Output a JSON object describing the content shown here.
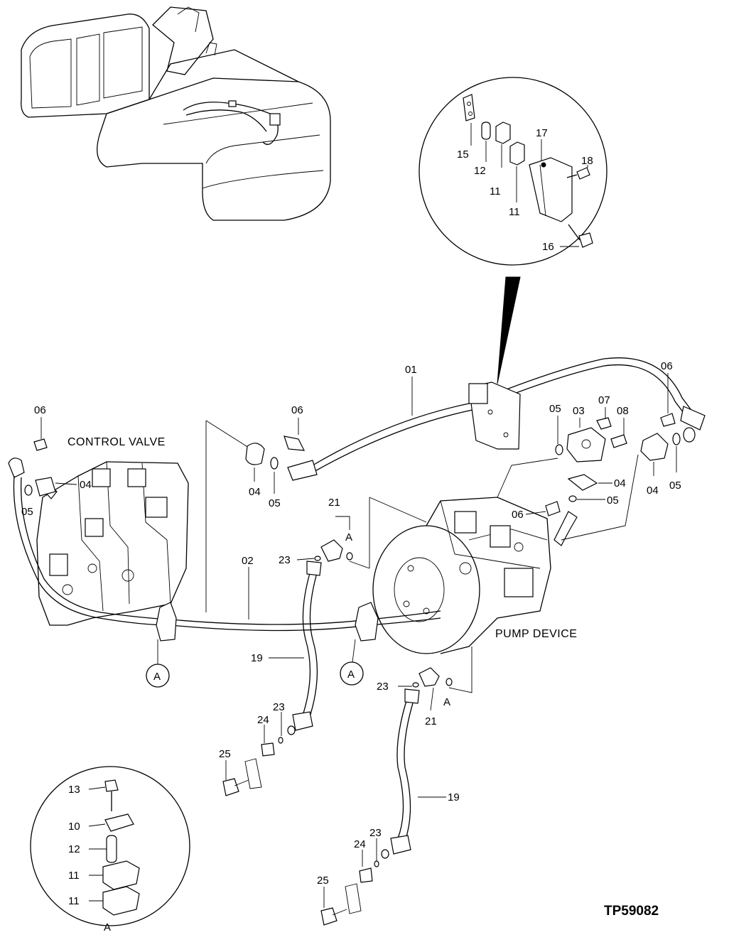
{
  "drawing_id": "TP59082",
  "captions": {
    "control_valve": "CONTROL VALVE",
    "pump_device": "PUMP DEVICE"
  },
  "callouts": {
    "top_hose": "01",
    "lower_line": "02",
    "flange_center": "03",
    "flange": "04",
    "oring": "05",
    "bolt": "06",
    "bolt_07": "07",
    "bolt_08": "08",
    "plate": "10",
    "clamp": "11",
    "spacer": "12",
    "bolt_13": "13",
    "plate_15": "15",
    "bolt_16": "16",
    "bracket": "17",
    "bolt_18": "18",
    "hose": "19",
    "elbow": "21",
    "oring_small": "23",
    "adapter": "24",
    "bolt_25": "25",
    "section_ref": "A"
  }
}
